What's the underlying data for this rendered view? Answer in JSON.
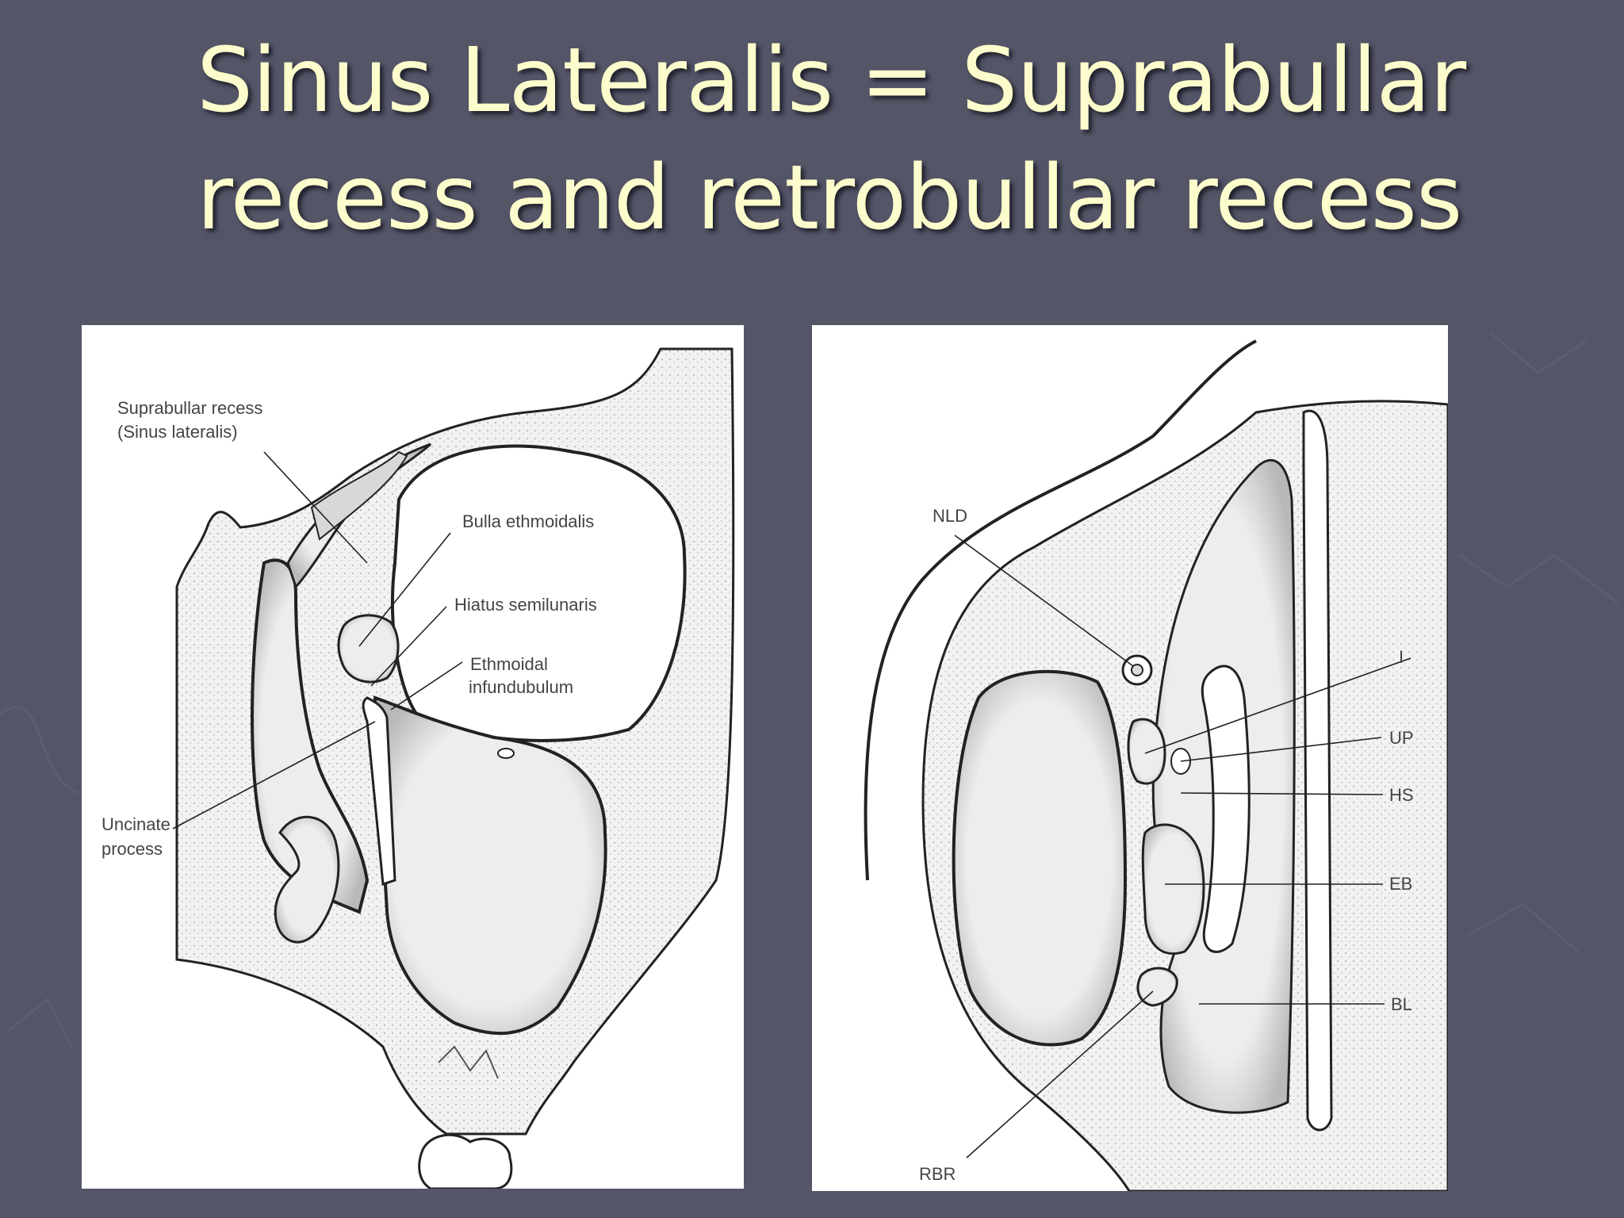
{
  "slide": {
    "title_line1": "Sinus Lateralis = Suprabullar",
    "title_line2": "recess and retrobullar recess",
    "background_color": "#545668",
    "title_color": "#fdfccc"
  },
  "left_diagram": {
    "labels": {
      "suprabullar_line1": "Suprabullar recess",
      "suprabullar_line2": "(Sinus lateralis)",
      "bulla": "Bulla ethmoidalis",
      "hiatus": "Hiatus semilunaris",
      "infundibulum_line1": "Ethmoidal",
      "infundibulum_line2": "infundubulum",
      "uncinate_line1": "Uncinate",
      "uncinate_line2": "process"
    }
  },
  "right_diagram": {
    "labels": {
      "nld": "NLD",
      "i": "I",
      "up": "UP",
      "hs": "HS",
      "eb": "EB",
      "bl": "BL",
      "rbr": "RBR"
    }
  }
}
